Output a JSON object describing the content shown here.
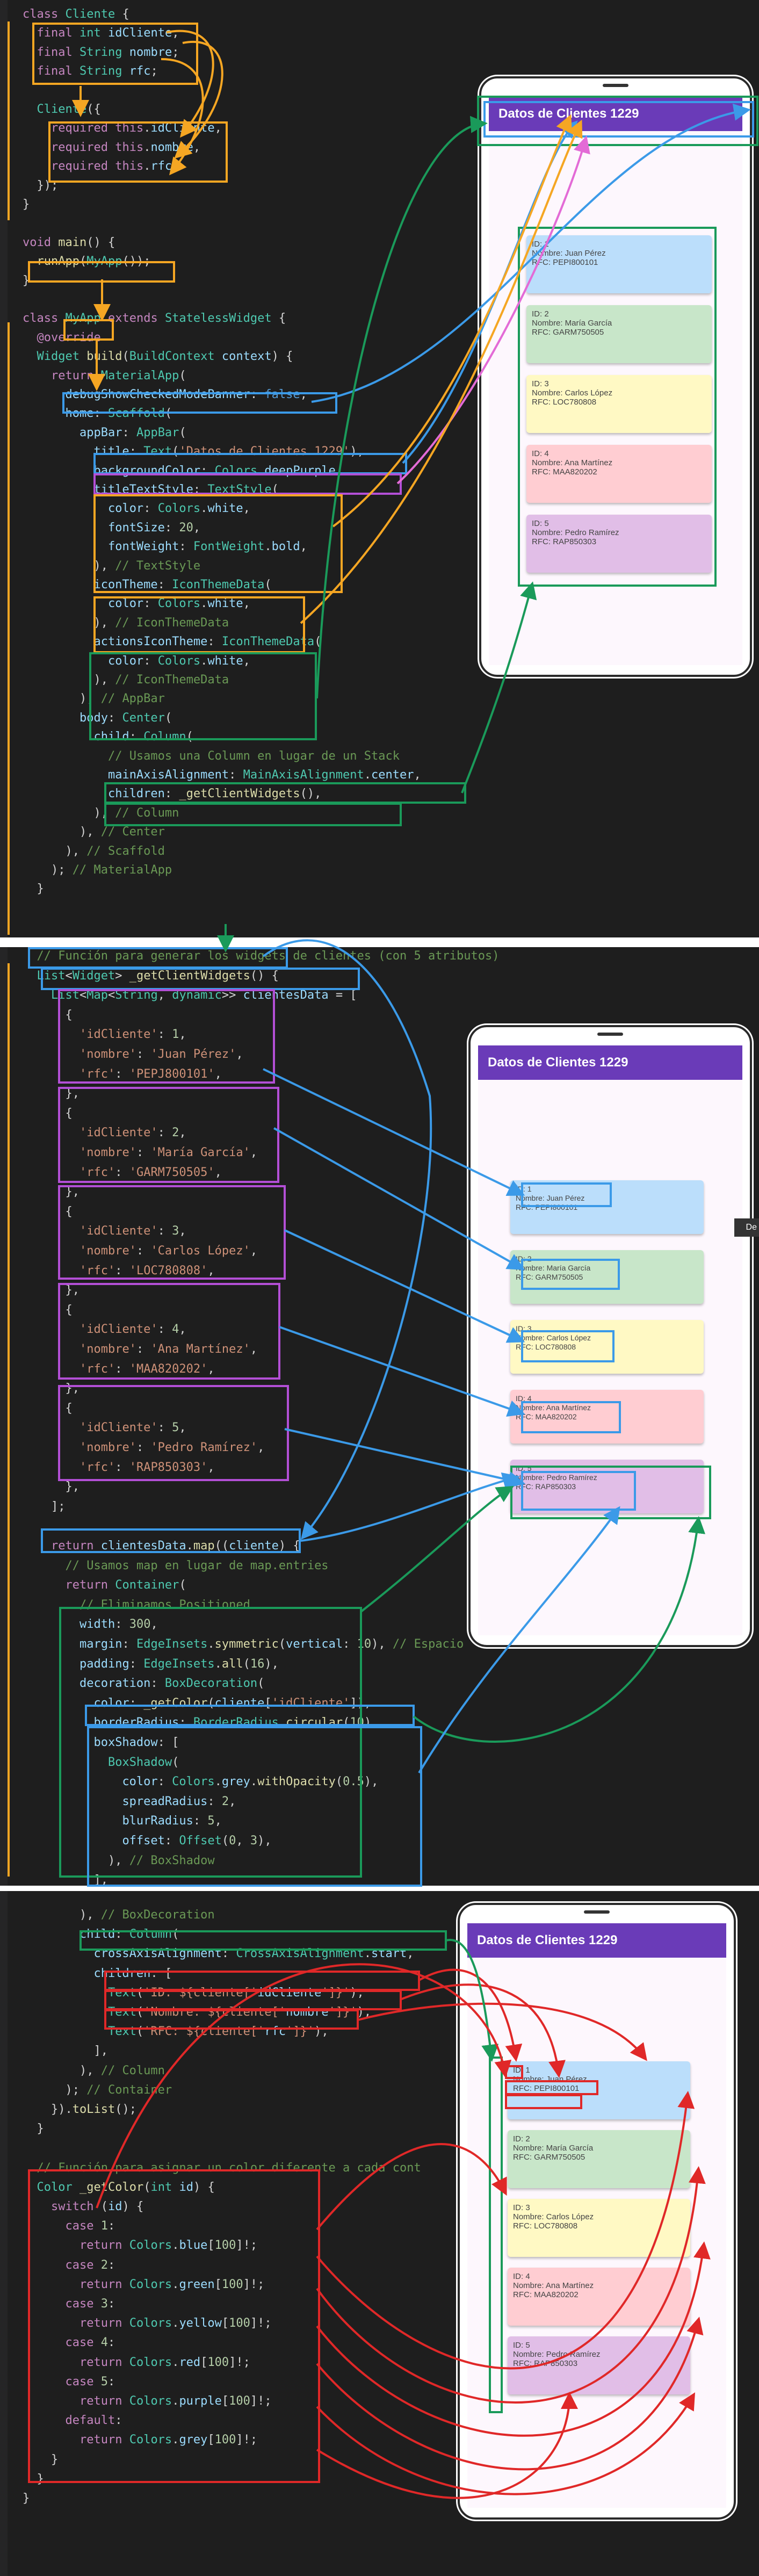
{
  "app": {
    "title": "Datos de Clientes 1229",
    "appbar_color": "#6a3bb8",
    "body_color": "#fdf7fd"
  },
  "clients": [
    {
      "id_line": "ID: 1",
      "name_line": "Nombre: Juan Pérez",
      "rfc_line": "RFC: PEPI800101",
      "color": "#bbdefb"
    },
    {
      "id_line": "ID: 2",
      "name_line": "Nombre: María García",
      "rfc_line": "RFC: GARM750505",
      "color": "#c8e6c9"
    },
    {
      "id_line": "ID: 3",
      "name_line": "Nombre: Carlos López",
      "rfc_line": "RFC: LOC780808",
      "color": "#fff9c4"
    },
    {
      "id_line": "ID: 4",
      "name_line": "Nombre: Ana Martínez",
      "rfc_line": "RFC: MAA820202",
      "color": "#ffcdd2"
    },
    {
      "id_line": "ID: 5",
      "name_line": "Nombre: Pedro Ramírez",
      "rfc_line": "RFC: RAP850303",
      "color": "#e1bee7"
    }
  ],
  "side_tab_label": "De",
  "annotation_colors": {
    "orange": "#f5a623",
    "blue": "#3b9ae8",
    "purple": "#b34fd6",
    "green": "#1a9a5a",
    "red": "#e02828",
    "pink": "#e36bd6"
  },
  "code": {
    "panel1": [
      "class Cliente {",
      "  final int idCliente;",
      "  final String nombre;",
      "  final String rfc;",
      "",
      "  Cliente({",
      "    required this.idCliente,",
      "    required this.nombre,",
      "    required this.rfc,",
      "  });",
      "}",
      "",
      "void main() {",
      "  runApp(MyApp());",
      "}",
      "",
      "class MyApp extends StatelessWidget {",
      "  @override",
      "  Widget build(BuildContext context) {",
      "    return MaterialApp(",
      "      debugShowCheckedModeBanner: false,",
      "      home: Scaffold(",
      "        appBar: AppBar(",
      "          title: Text('Datos de Clientes 1229'),",
      "          backgroundColor: Colors.deepPurple,",
      "          titleTextStyle: TextStyle(",
      "            color: Colors.white,",
      "            fontSize: 20,",
      "            fontWeight: FontWeight.bold,",
      "          ), // TextStyle",
      "          iconTheme: IconThemeData(",
      "            color: Colors.white,",
      "          ), // IconThemeData",
      "          actionsIconTheme: IconThemeData(",
      "            color: Colors.white,",
      "          ), // IconThemeData",
      "        ), // AppBar",
      "        body: Center(",
      "          child: Column(",
      "            // Usamos una Column en lugar de un Stack",
      "            mainAxisAlignment: MainAxisAlignment.center,",
      "            children: _getClientWidgets(),",
      "          ), // Column",
      "        ), // Center",
      "      ), // Scaffold",
      "    ); // MaterialApp",
      "  }"
    ],
    "panel2": [
      "  // Función para generar los widgets de clientes (con 5 atributos)",
      "  List<Widget> _getClientWidgets() {",
      "    List<Map<String, dynamic>> clientesData = [",
      "      {",
      "        'idCliente': 1,",
      "        'nombre': 'Juan Pérez',",
      "        'rfc': 'PEPJ800101',",
      "      },",
      "      {",
      "        'idCliente': 2,",
      "        'nombre': 'María García',",
      "        'rfc': 'GARM750505',",
      "      },",
      "      {",
      "        'idCliente': 3,",
      "        'nombre': 'Carlos López',",
      "        'rfc': 'LOC780808',",
      "      },",
      "      {",
      "        'idCliente': 4,",
      "        'nombre': 'Ana Martínez',",
      "        'rfc': 'MAA820202',",
      "      },",
      "      {",
      "        'idCliente': 5,",
      "        'nombre': 'Pedro Ramírez',",
      "        'rfc': 'RAP850303',",
      "      },",
      "    ];",
      "",
      "    return clientesData.map((cliente) {",
      "      // Usamos map en lugar de map.entries",
      "      return Container(",
      "        // Eliminamos Positioned",
      "        width: 300,",
      "        margin: EdgeInsets.symmetric(vertical: 10), // Espacio",
      "        padding: EdgeInsets.all(16),",
      "        decoration: BoxDecoration(",
      "          color: _getColor(cliente['idCliente']),",
      "          borderRadius: BorderRadius.circular(10),",
      "          boxShadow: [",
      "            BoxShadow(",
      "              color: Colors.grey.withOpacity(0.5),",
      "              spreadRadius: 2,",
      "              blurRadius: 5,",
      "              offset: Offset(0, 3),",
      "            ), // BoxShadow",
      "          ],"
    ],
    "panel3": [
      "        ), // BoxDecoration",
      "        child: Column(",
      "          crossAxisAlignment: CrossAxisAlignment.start,",
      "          children: [",
      "            Text('ID: ${cliente['idCliente']}'),",
      "            Text('Nombre: ${cliente['nombre']}'),",
      "            Text('RFC: ${cliente['rfc']}'),",
      "          ],",
      "        ), // Column",
      "      ); // Container",
      "    }).toList();",
      "  }",
      "",
      "  // Función para asignar un color diferente a cada cont",
      "  Color _getColor(int id) {",
      "    switch (id) {",
      "      case 1:",
      "        return Colors.blue[100]!;",
      "      case 2:",
      "        return Colors.green[100]!;",
      "      case 3:",
      "        return Colors.yellow[100]!;",
      "      case 4:",
      "        return Colors.red[100]!;",
      "      case 5:",
      "        return Colors.purple[100]!;",
      "      default:",
      "        return Colors.grey[100]!;",
      "    }",
      "  }",
      "}"
    ]
  }
}
